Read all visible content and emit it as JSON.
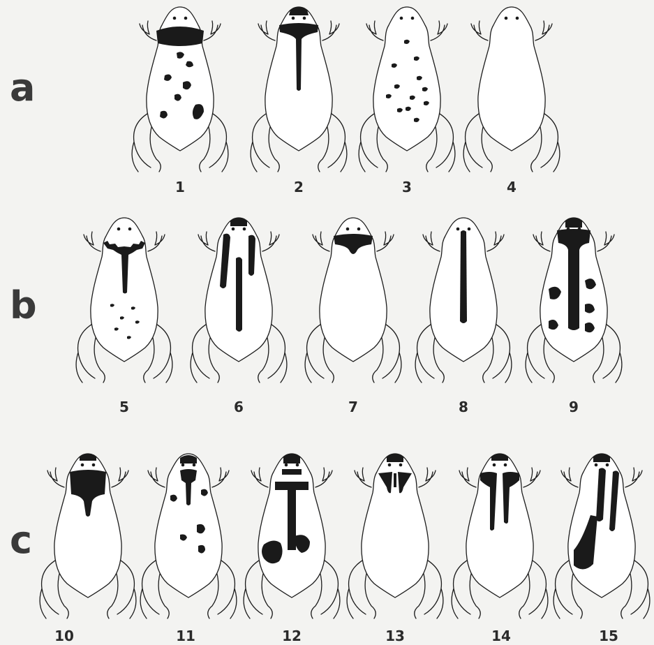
{
  "rows": [
    {
      "letter": "a",
      "figures": [
        {
          "label": "1",
          "pattern": "throat-band-spots"
        },
        {
          "label": "2",
          "pattern": "cap-band-stripe"
        },
        {
          "label": "3",
          "pattern": "speckled"
        },
        {
          "label": "4",
          "pattern": "plain"
        }
      ]
    },
    {
      "letter": "b",
      "figures": [
        {
          "label": "5",
          "pattern": "speckled-stripe"
        },
        {
          "label": "6",
          "pattern": "cap-side-bars"
        },
        {
          "label": "7",
          "pattern": "throat-band"
        },
        {
          "label": "8",
          "pattern": "mid-stripe"
        },
        {
          "label": "9",
          "pattern": "cross-blotches"
        }
      ]
    },
    {
      "letter": "c",
      "figures": [
        {
          "label": "10",
          "pattern": "throat-wedge"
        },
        {
          "label": "11",
          "pattern": "wedge-spots"
        },
        {
          "label": "12",
          "pattern": "cross-bar-blotch"
        },
        {
          "label": "13",
          "pattern": "small-wedges"
        },
        {
          "label": "14",
          "pattern": "twin-stripes"
        },
        {
          "label": "15",
          "pattern": "long-twin-stripes"
        }
      ]
    }
  ],
  "colors": {
    "ink": "#1a1a1a",
    "paper": "#f3f3f1",
    "letter": "#3a3a3a"
  }
}
